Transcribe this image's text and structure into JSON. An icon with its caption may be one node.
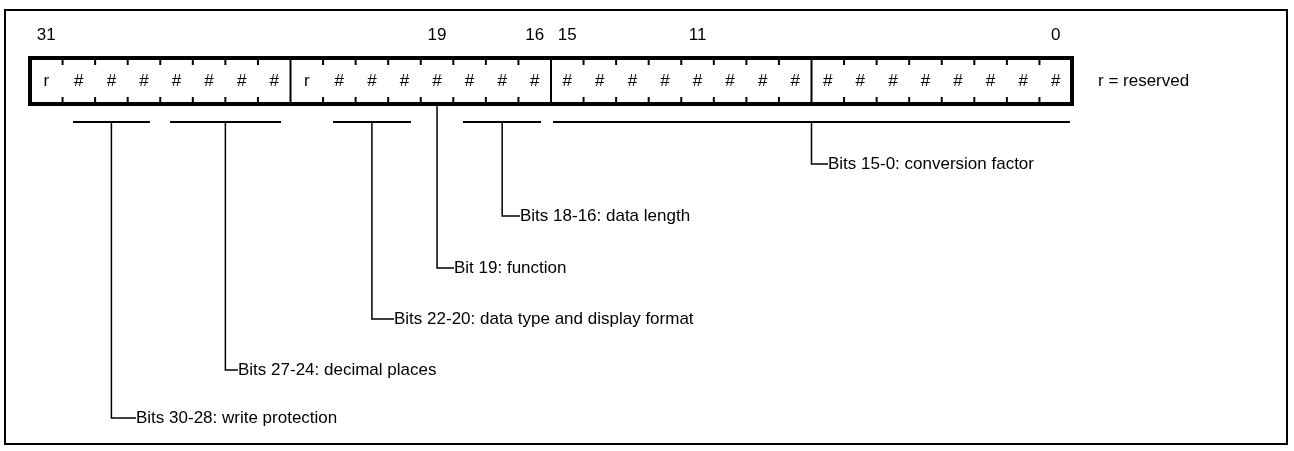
{
  "diagram": {
    "nodes": [
      {
        "text": [
          "r"
        ]
      },
      {
        "text": [
          "#"
        ]
      },
      {
        "text": [
          "#"
        ]
      },
      {
        "text": [
          "#"
        ]
      },
      {
        "text": [
          "#"
        ]
      },
      {
        "text": [
          "#"
        ]
      },
      {
        "text": [
          "#"
        ]
      },
      {
        "text": [
          "#"
        ]
      },
      {
        "text": [
          "r"
        ]
      },
      {
        "text": [
          "#"
        ]
      },
      {
        "text": [
          "#"
        ]
      },
      {
        "text": [
          "#"
        ]
      },
      {
        "text": [
          "#"
        ]
      },
      {
        "text": [
          "#"
        ]
      },
      {
        "text": [
          "#"
        ]
      },
      {
        "text": [
          "#"
        ]
      },
      {
        "text": [
          "#"
        ]
      },
      {
        "text": [
          "#"
        ]
      },
      {
        "text": [
          "#"
        ]
      },
      {
        "text": [
          "#"
        ]
      },
      {
        "text": [
          "#"
        ]
      },
      {
        "text": [
          "#"
        ]
      },
      {
        "text": [
          "#"
        ]
      },
      {
        "text": [
          "#"
        ]
      },
      {
        "text": [
          "#"
        ]
      },
      {
        "text": [
          "#"
        ]
      },
      {
        "text": [
          "#"
        ]
      },
      {
        "text": [
          "#"
        ]
      },
      {
        "text": [
          "#"
        ]
      },
      {
        "text": [
          "#"
        ]
      },
      {
        "text": [
          "#"
        ]
      },
      {
        "text": [
          "#"
        ]
      },
      {
        "text": [],
        "shape": "bar"
      },
      {
        "text": [],
        "shape": "bar"
      },
      {
        "text": [],
        "shape": "bar"
      },
      {
        "text": [],
        "shape": "bar"
      },
      {
        "text": [],
        "shape": "bar"
      },
      {
        "text": [
          "Bits 15-0: conversion factor"
        ]
      },
      {
        "text": [
          "Bits 18-16: data length"
        ]
      },
      {
        "text": [
          "Bit 19: function"
        ]
      },
      {
        "text": [
          "Bits 22-20: data type and display format"
        ]
      },
      {
        "text": [
          "Bits 27-24: decimal places"
        ]
      },
      {
        "text": [
          "Bits 30-28: write protection"
        ]
      }
    ],
    "edges": [
      {
        "from": 37,
        "to": 36,
        "arrow": "none"
      },
      {
        "from": 38,
        "to": 35,
        "arrow": "none"
      },
      {
        "from": 39,
        "to": 12,
        "arrow": "none"
      },
      {
        "from": 40,
        "to": 34,
        "arrow": "none"
      },
      {
        "from": 41,
        "to": 33,
        "arrow": "none"
      },
      {
        "from": 42,
        "to": 32,
        "arrow": "none"
      }
    ],
    "labels": [
      "31",
      "19",
      "16",
      "15",
      "11",
      "0",
      "r = reserved"
    ]
  }
}
